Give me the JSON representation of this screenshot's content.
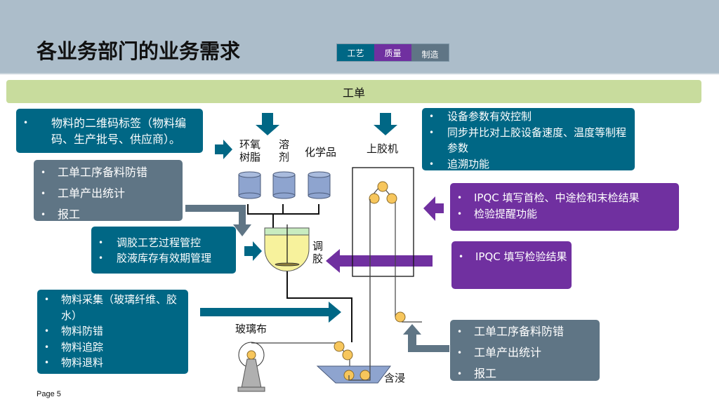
{
  "header": {
    "title": "各业务部门的业务需求",
    "tabs": [
      {
        "label": "工艺",
        "color": "#006785"
      },
      {
        "label": "质量",
        "color": "#7030a0"
      },
      {
        "label": "制造",
        "color": "#5f7585"
      }
    ]
  },
  "workorder_bar": {
    "label": "工单",
    "color": "#c8dc9d"
  },
  "boxes": {
    "label": {
      "items": [
        "物料的二维码标签（物料编码、生产批号、供应商）。"
      ]
    },
    "wo_left": {
      "items": [
        "工单工序备料防错",
        "工单产出统计",
        "报工"
      ]
    },
    "mix": {
      "items": [
        "调胶工艺过程管控",
        "胶液库存有效期管理"
      ]
    },
    "equip": {
      "items": [
        "设备参数有效控制",
        "同步并比对上胶设备速度、温度等制程参数",
        "追溯功能"
      ]
    },
    "ipqc1": {
      "items": [
        "IPQC 填写首检、中途检和末检结果",
        "检验提醒功能"
      ]
    },
    "ipqc2": {
      "items": [
        "IPQC 填写检验结果"
      ]
    },
    "material": {
      "items": [
        "物料采集（玻璃纤维、胶水）",
        "物料防错",
        "物料追踪",
        "物料退料"
      ]
    },
    "wo_right": {
      "items": [
        "工单工序备料防错",
        "工单产出统计",
        "报工"
      ]
    }
  },
  "diagram": {
    "labels": {
      "epoxy_line1": "环氧",
      "epoxy_line2": "树脂",
      "solvent_line1": "溶",
      "solvent_line2": "剂",
      "chemicals": "化学品",
      "coater": "上胶机",
      "mixing_line1": "调",
      "mixing_line2": "胶",
      "glass_cloth": "玻璃布",
      "impregnation": "含浸"
    },
    "colors": {
      "teal": "#006785",
      "slate": "#5f7585",
      "purple": "#7030a0",
      "tank": "#8ea4cf",
      "roller": "#f7c65c",
      "mixer": "#f7f29c",
      "mixer_top": "#c8ecc0"
    }
  },
  "footer": {
    "page": "Page 5"
  }
}
